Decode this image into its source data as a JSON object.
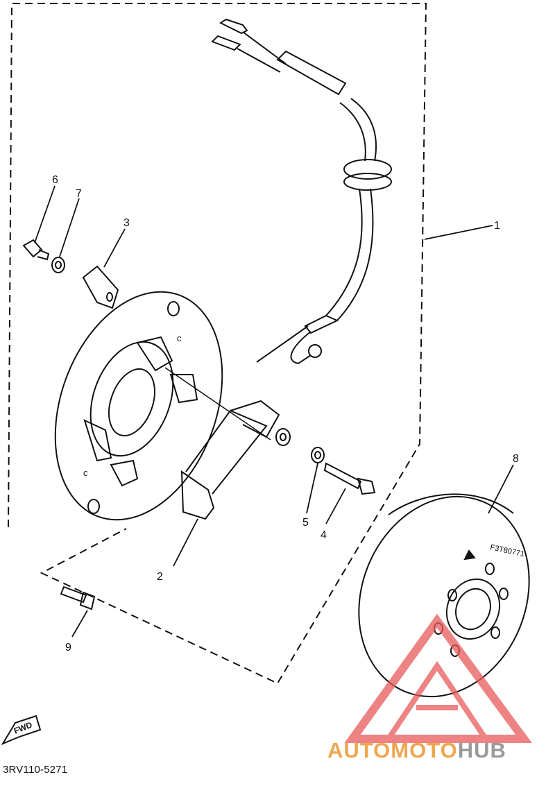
{
  "callouts": [
    "1",
    "2",
    "3",
    "4",
    "5",
    "6",
    "7",
    "8",
    "9"
  ],
  "arrow_label": "FWD",
  "rotor_stamp": "F3T80771",
  "diagram_code": "3RV110-5271",
  "watermark": {
    "part1": "AUTOMOTO",
    "part2": "HUB",
    "color1": "#f0a64f",
    "color2": "#9a9a9a",
    "logo_color": "#e85a5a"
  }
}
